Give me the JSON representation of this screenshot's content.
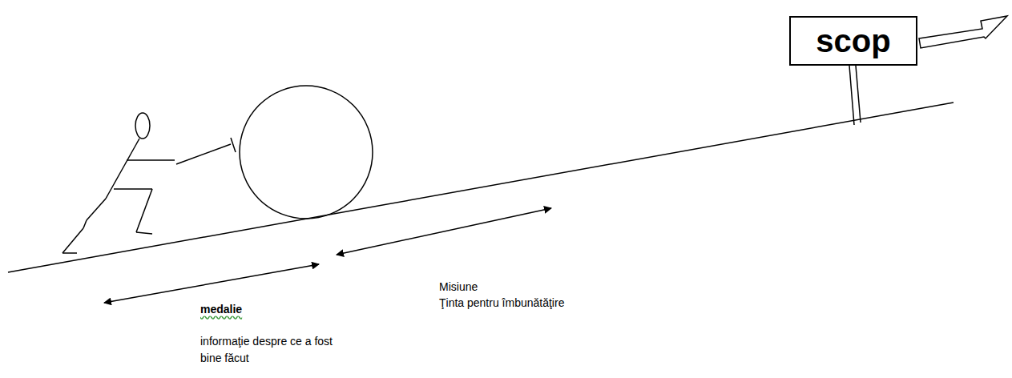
{
  "diagram": {
    "nodes": [
      {
        "text": [
          "scop"
        ]
      }
    ],
    "labels": [
      "medalie",
      "informaţie despre ce a fost bine făcut",
      "Misiune",
      "Ţinta pentru îmbunătăţire"
    ]
  }
}
